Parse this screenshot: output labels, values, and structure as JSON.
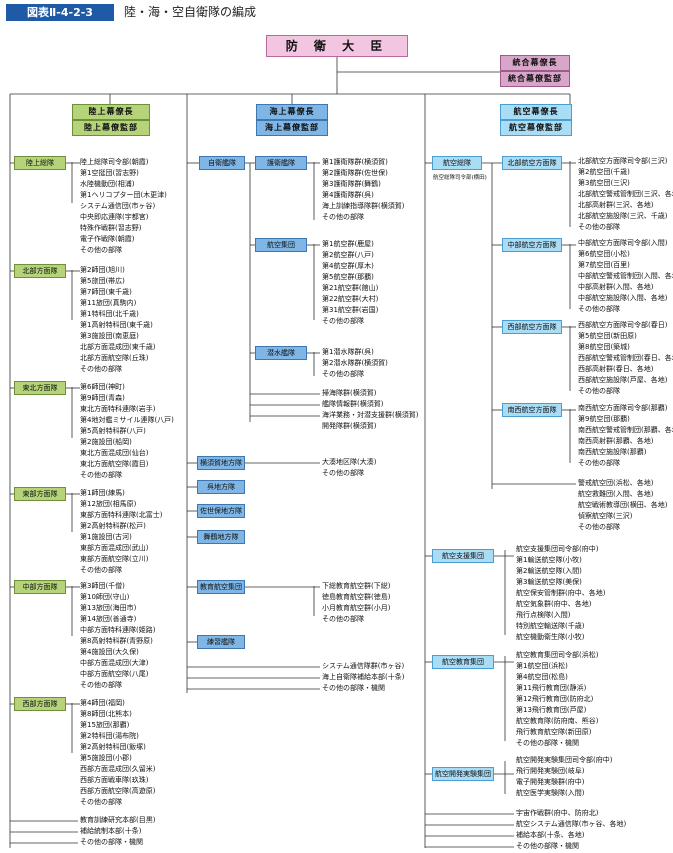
{
  "header": {
    "figure_id": "図表Ⅱ-4-2-3",
    "title": "陸・海・空自衛隊の編成"
  },
  "minister": "防 衛 大 臣",
  "joint": {
    "chief": "統合幕僚長",
    "staff": "統合幕僚監部"
  },
  "gsdf": {
    "chief": "陸上幕僚長",
    "staff": "陸上幕僚監部",
    "units": [
      {
        "name": "陸上総隊",
        "items": [
          "陸上総隊司令部(朝霞)",
          "第1空挺団(習志野)",
          "水陸機動団(相浦)",
          "第1ヘリコプター団(木更津)",
          "システム通信団(市ヶ谷)",
          "中央即応連隊(宇都宮)",
          "特殊作戦群(習志野)",
          "電子作戦隊(朝霞)",
          "その他の部隊"
        ]
      },
      {
        "name": "北部方面隊",
        "items": [
          "第2師団(旭川)",
          "第5旅団(帯広)",
          "第7師団(東千歳)",
          "第11旅団(真駒内)",
          "第1特科団(北千歳)",
          "第1高射特科団(東千歳)",
          "第3施設団(南恵庭)",
          "北部方面混成団(東千歳)",
          "北部方面航空隊(丘珠)",
          "その他の部隊"
        ]
      },
      {
        "name": "東北方面隊",
        "items": [
          "第6師団(神町)",
          "第9師団(青森)",
          "東北方面特科連隊(岩手)",
          "第4地対艦ミサイル連隊(八戸)",
          "第5高射特科群(八戸)",
          "第2施設団(船岡)",
          "東北方面混成団(仙台)",
          "東北方面航空隊(霞目)",
          "その他の部隊"
        ]
      },
      {
        "name": "東部方面隊",
        "items": [
          "第1師団(練馬)",
          "第12旅団(相馬原)",
          "東部方面特科連隊(北富士)",
          "第2高射特科群(松戸)",
          "第1施設団(古河)",
          "東部方面混成団(武山)",
          "東部方面航空隊(立川)",
          "その他の部隊"
        ]
      },
      {
        "name": "中部方面隊",
        "items": [
          "第3師団(千僧)",
          "第10師団(守山)",
          "第13旅団(海田市)",
          "第14旅団(善通寺)",
          "中部方面特科連隊(姫路)",
          "第8高射特科群(青野原)",
          "第4施設団(大久保)",
          "中部方面混成団(大津)",
          "中部方面航空隊(八尾)",
          "その他の部隊"
        ]
      },
      {
        "name": "西部方面隊",
        "items": [
          "第4師団(福岡)",
          "第8師団(北熊本)",
          "第15旅団(那覇)",
          "第2特科団(湯布院)",
          "第2高射特科団(飯塚)",
          "第5施設団(小郡)",
          "西部方面混成団(久留米)",
          "西部方面戦車隊(玖珠)",
          "西部方面航空隊(高遊原)",
          "その他の部隊"
        ]
      }
    ],
    "others": [
      "教育訓練研究本部(目黒)",
      "補給統制本部(十条)",
      "その他の部隊・機関"
    ]
  },
  "msdf": {
    "chief": "海上幕僚長",
    "staff": "海上幕僚監部",
    "fleet": "自衛艦隊",
    "fleet_subs": [
      {
        "name": "護衛艦隊",
        "items": [
          "第1護衛隊群(横須賀)",
          "第2護衛隊群(佐世保)",
          "第3護衛隊群(舞鶴)",
          "第4護衛隊群(呉)",
          "海上訓練指導隊群(横須賀)",
          "その他の部隊"
        ]
      },
      {
        "name": "航空集団",
        "items": [
          "第1航空群(鹿屋)",
          "第2航空群(八戸)",
          "第4航空群(厚木)",
          "第5航空群(那覇)",
          "第21航空群(館山)",
          "第22航空群(大村)",
          "第31航空群(岩国)",
          "その他の部隊"
        ]
      },
      {
        "name": "潜水艦隊",
        "items": [
          "第1潜水隊群(呉)",
          "第2潜水隊群(横須賀)",
          "その他の部隊"
        ]
      }
    ],
    "fleet_direct": [
      "掃海隊群(横須賀)",
      "艦隊情報群(横須賀)",
      "海洋業務・対潜支援群(横須賀)",
      "開発隊群(横須賀)"
    ],
    "districts": [
      "横須賀地方隊",
      "呉地方隊",
      "佐世保地方隊",
      "舞鶴地方隊"
    ],
    "district_items": [
      "大湊地区隊(大湊)",
      "その他の部隊"
    ],
    "education": {
      "name": "教育航空集団",
      "items": [
        "下総教育航空群(下総)",
        "徳島教育航空群(徳島)",
        "小月教育航空群(小月)",
        "その他の部隊"
      ]
    },
    "training": "練習艦隊",
    "others": [
      "システム通信隊群(市ヶ谷)",
      "海上自衛隊補給本部(十条)",
      "その他の部隊・機関"
    ]
  },
  "asdf": {
    "chief": "航空幕僚長",
    "staff": "航空幕僚監部",
    "adc": {
      "name": "航空総隊",
      "note": "航空総隊司令部(横田)"
    },
    "forces": [
      {
        "name": "北部航空方面隊",
        "items": [
          "北部航空方面隊司令部(三沢)",
          "第2航空団(千歳)",
          "第3航空団(三沢)",
          "北部航空警戒管制団(三沢、各地)",
          "北部高射群(三沢、各地)",
          "北部航空施設隊(三沢、千歳)",
          "その他の部隊"
        ]
      },
      {
        "name": "中部航空方面隊",
        "items": [
          "中部航空方面隊司令部(入間)",
          "第6航空団(小松)",
          "第7航空団(百里)",
          "中部航空警戒管制団(入間、各地)",
          "中部高射群(入間、各地)",
          "中部航空施設隊(入間、各地)",
          "その他の部隊"
        ]
      },
      {
        "name": "西部航空方面隊",
        "items": [
          "西部航空方面隊司令部(春日)",
          "第5航空団(新田原)",
          "第8航空団(築城)",
          "西部航空警戒管制団(春日、各地)",
          "西部高射群(春日、各地)",
          "西部航空施設隊(芦屋、各地)",
          "その他の部隊"
        ]
      },
      {
        "name": "南西航空方面隊",
        "items": [
          "南西航空方面隊司令部(那覇)",
          "第9航空団(那覇)",
          "南西航空警戒管制団(那覇、各地)",
          "南西高射群(那覇、各地)",
          "南西航空施設隊(那覇)",
          "その他の部隊"
        ]
      }
    ],
    "adc_others": [
      "警戒航空団(浜松、各地)",
      "航空救難団(入間、各地)",
      "航空戦術教導団(横田、各地)",
      "偵察航空隊(三沢)",
      "その他の部隊"
    ],
    "groups": [
      {
        "name": "航空支援集団",
        "items": [
          "航空支援集団司令部(府中)",
          "第1輸送航空隊(小牧)",
          "第2輸送航空隊(入間)",
          "第3輸送航空隊(美保)",
          "航空保安管制群(府中、各地)",
          "航空気象群(府中、各地)",
          "飛行点検隊(入間)",
          "特別航空輸送隊(千歳)",
          "航空機動衛生隊(小牧)"
        ]
      },
      {
        "name": "航空教育集団",
        "items": [
          "航空教育集団司令部(浜松)",
          "第1航空団(浜松)",
          "第4航空団(松島)",
          "第11飛行教育団(静浜)",
          "第12飛行教育団(防府北)",
          "第13飛行教育団(芦屋)",
          "航空教育隊(防府南、熊谷)",
          "飛行教育航空隊(新田原)",
          "その他の部隊・機関"
        ]
      },
      {
        "name": "航空開発実験集団",
        "items": [
          "航空開発実験集団司令部(府中)",
          "飛行開発実験団(岐阜)",
          "電子開発実験群(府中)",
          "航空医学実験隊(入間)"
        ]
      }
    ],
    "others": [
      "宇宙作戦群(府中、防府北)",
      "航空システム通信隊(市ヶ谷、各地)",
      "補給本部(十条、各地)",
      "その他の部隊・機関"
    ]
  },
  "colors": {
    "green": "#b5d47a",
    "blue": "#7fb6e6",
    "cyan": "#a9dcf5",
    "pink": "#f2c6e0",
    "line": "#333333"
  }
}
